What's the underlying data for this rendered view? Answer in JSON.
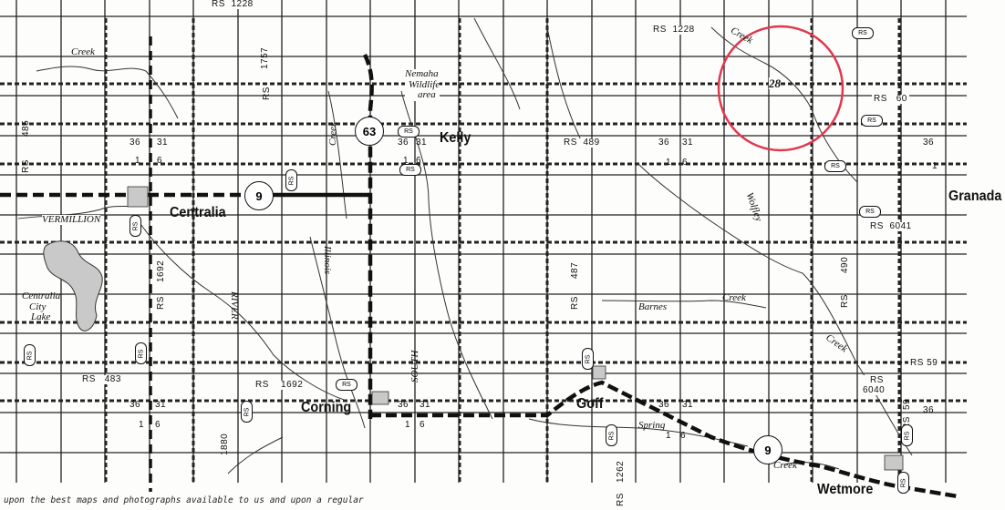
{
  "towns": {
    "centralia": "Centralia",
    "kelly": "Kelly",
    "corning": "Corning",
    "goff": "Goff",
    "granada": "Granada",
    "wetmore": "Wetmore"
  },
  "water": {
    "vermillion": "VERMILLION",
    "river": "RIVER",
    "south": "SOUTH",
    "lake": [
      "Centralia",
      "City",
      "Lake"
    ],
    "wildlife": [
      "Nemaha",
      "Wildlife",
      "area"
    ]
  },
  "creeks": {
    "creek": "Creek",
    "illinois": "Illinois",
    "barnes": "Barnes",
    "spring": "Spring",
    "wolfley": "Wolfley"
  },
  "highways": {
    "k9": "9",
    "us63": "63"
  },
  "roads": {
    "rs": "RS",
    "r1228": "1228",
    "r1757": "1757",
    "r485": "485",
    "r489": "489",
    "r60": "60",
    "r36": "36",
    "r31": "31",
    "r1": "1",
    "r6": "6",
    "r1692": "1692",
    "r483": "483",
    "r1880": "1880",
    "r487": "487",
    "r1262": "1262",
    "r490": "490",
    "r6041": "6041",
    "r59": "59",
    "r6040": "6040"
  },
  "marker": {
    "label": "28",
    "color": "#e0384e"
  },
  "disclaimer": "upon the best maps and photographs available to us and upon a regular"
}
